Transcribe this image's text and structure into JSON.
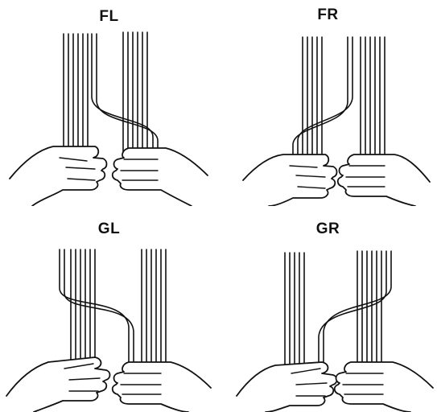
{
  "panels": [
    {
      "id": "FL",
      "label": "FL"
    },
    {
      "id": "FR",
      "label": "FR"
    },
    {
      "id": "GL",
      "label": "GL"
    },
    {
      "id": "GR",
      "label": "GR"
    }
  ],
  "colors": {
    "line": "#111111",
    "background": "#ffffff"
  }
}
